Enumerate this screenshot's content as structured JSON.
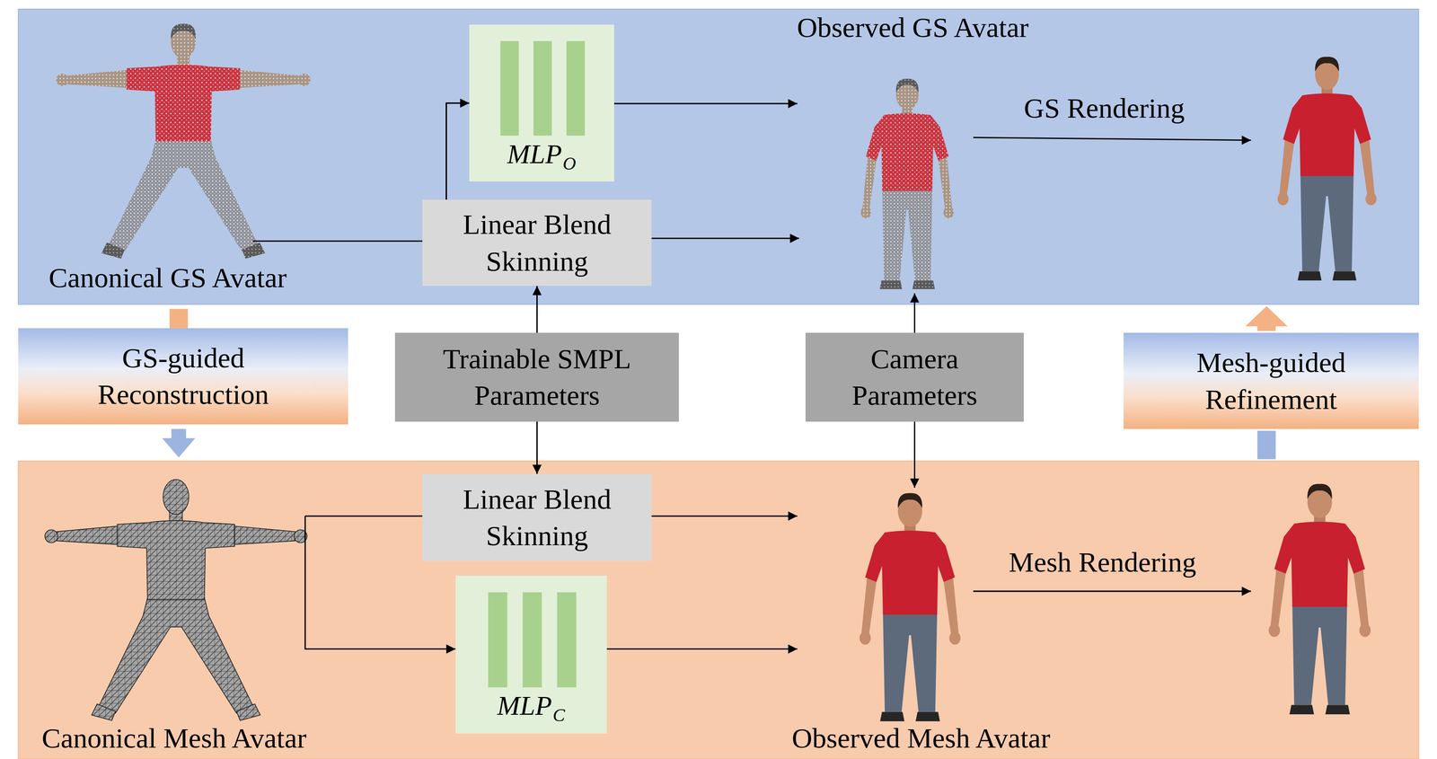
{
  "diagram": {
    "nodes": [
      {
        "text": [
          "MLP",
          "O"
        ]
      },
      {
        "text": [
          "Linear Blend Skinning"
        ]
      },
      {
        "text": [
          "GS-guided Reconstruction"
        ]
      },
      {
        "text": [
          "Trainable SMPL Parameters"
        ]
      },
      {
        "text": [
          "Camera Parameters"
        ]
      },
      {
        "text": [
          "Mesh-guided Refinement"
        ]
      },
      {
        "text": [
          "Linear Blend Skinning"
        ]
      },
      {
        "text": [
          "MLP",
          "C"
        ]
      }
    ],
    "edges": [
      {
        "from": 3,
        "to": 1,
        "arrow": "to"
      },
      {
        "from": 3,
        "to": 6,
        "arrow": "to"
      },
      {
        "from": 1,
        "to": 0,
        "arrow": "to"
      }
    ],
    "labels": [
      "Observed GS Avatar",
      "GS Rendering",
      "Canonical GS Avatar",
      "Mesh Rendering",
      "Canonical Mesh Avatar",
      "Observed Mesh Avatar"
    ]
  }
}
